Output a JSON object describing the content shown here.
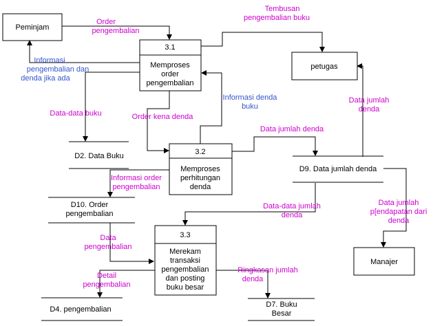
{
  "entities": {
    "peminjam": "Peminjam",
    "petugas": "petugas",
    "manajer": "Manajer"
  },
  "processes": {
    "p31": {
      "id": "3.1",
      "lines": [
        "Memproses",
        "order",
        "pengembalian"
      ]
    },
    "p32": {
      "id": "3.2",
      "lines": [
        "Memproses",
        "perhitungan",
        "denda"
      ]
    },
    "p33": {
      "id": "3.3",
      "lines": [
        "Merekam",
        "transaksi",
        "pengembalian",
        "dan posting",
        "buku besar"
      ]
    }
  },
  "stores": {
    "d2": [
      "D2. Data Buku"
    ],
    "d9": [
      "D9. Data jumlah denda"
    ],
    "d10": [
      "D10. Order",
      "pengembalian"
    ],
    "d4": [
      "D4. pengembalian"
    ],
    "d7": [
      "D7. Buku",
      "Besar"
    ]
  },
  "flows": {
    "order_pengembalian": [
      "Order",
      "pengembalian"
    ],
    "tembusan": [
      "Tembusan",
      "pengembalian buku"
    ],
    "informasi_pengembalian": [
      "Informasi",
      "pengembalian dan",
      "denda jika ada"
    ],
    "data_data_buku": [
      "Data-data buku"
    ],
    "order_kena_denda": [
      "Order kena denda"
    ],
    "informasi_denda_buku": [
      "Informasi denda",
      "buku"
    ],
    "data_jumlah_denda_top": [
      "Data jumlah denda"
    ],
    "data_jumlah_denda_petugas": [
      "Data jumlah",
      "denda"
    ],
    "informasi_order_pengembalian": [
      "Informasi order",
      "pengembalian"
    ],
    "data_data_jumlah_denda": [
      "Data-data jumlah",
      "denda"
    ],
    "data_jumlah_pendapatan": [
      "Data jumlah",
      "p[endapatan dari",
      "denda"
    ],
    "data_pengembalian": [
      "Data",
      "pengembalian"
    ],
    "detail_pengembalian": [
      "Detail",
      "pengembalian"
    ],
    "ringkasan_jumlah_denda": [
      "Ringkasan jumlah",
      "denda"
    ]
  },
  "colors": {
    "flow_label": "#cc00cc",
    "info_label": "#3355cc",
    "line": "#000000"
  }
}
